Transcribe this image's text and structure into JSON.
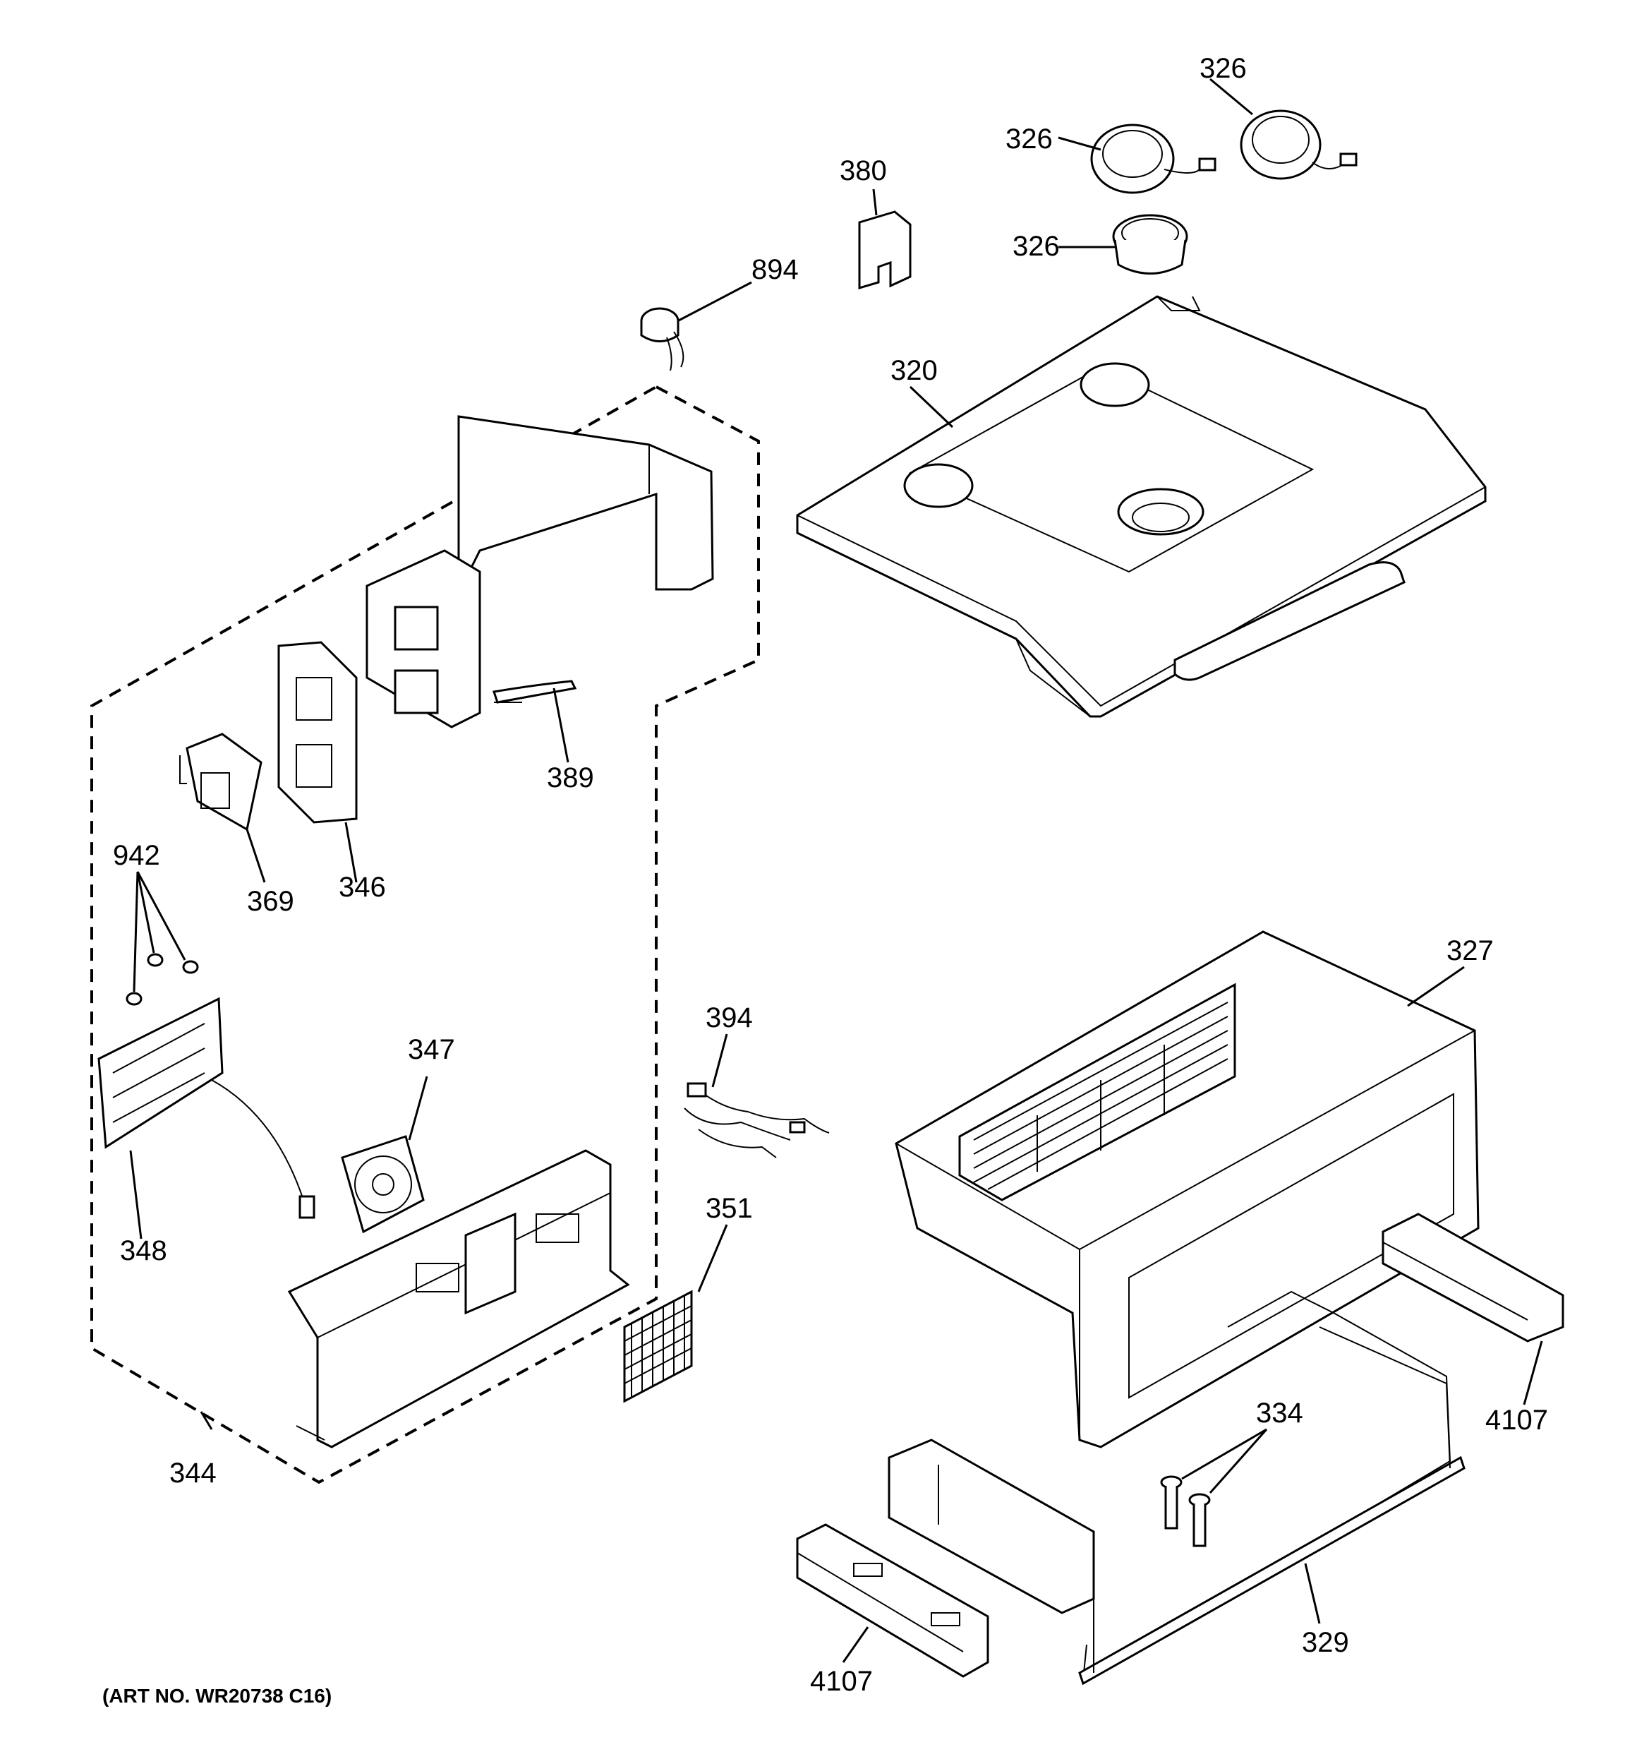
{
  "callouts": {
    "c326a": "326",
    "c326b": "326",
    "c326c": "326",
    "c380": "380",
    "c894": "894",
    "c320": "320",
    "c389": "389",
    "c942": "942",
    "c369": "369",
    "c346": "346",
    "c347": "347",
    "c348": "348",
    "c344": "344",
    "c394": "394",
    "c351": "351",
    "c327": "327",
    "c4107a": "4107",
    "c334": "334",
    "c4107b": "4107",
    "c329": "329"
  },
  "art_number": "(ART NO. WR20738 C16)"
}
